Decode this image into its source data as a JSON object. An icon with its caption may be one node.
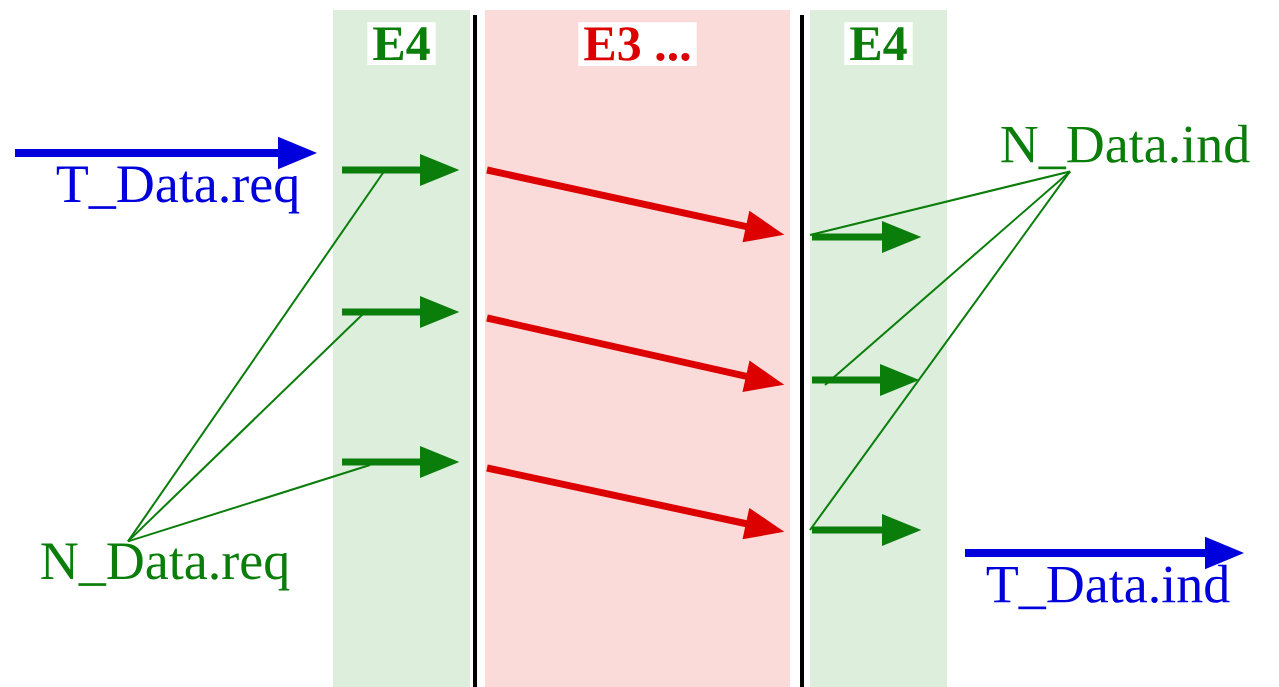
{
  "diagram": {
    "nodes": [
      {
        "text": [
          "T_Data.req"
        ]
      },
      {
        "text": [
          "N_Data.req"
        ]
      },
      {
        "text": [
          "N_Data.ind"
        ]
      },
      {
        "text": [
          "T_Data.ind"
        ]
      }
    ],
    "edges": [
      {
        "from": 1,
        "to": null,
        "arrow": "none"
      },
      {
        "from": 1,
        "to": null,
        "arrow": "none"
      },
      {
        "from": 1,
        "to": null,
        "arrow": "none"
      },
      {
        "from": 2,
        "to": null,
        "arrow": "none"
      },
      {
        "from": 2,
        "to": null,
        "arrow": "none"
      },
      {
        "from": 2,
        "to": null,
        "arrow": "none"
      }
    ],
    "labels": [
      "E4",
      "E3 ...",
      "E4"
    ]
  }
}
